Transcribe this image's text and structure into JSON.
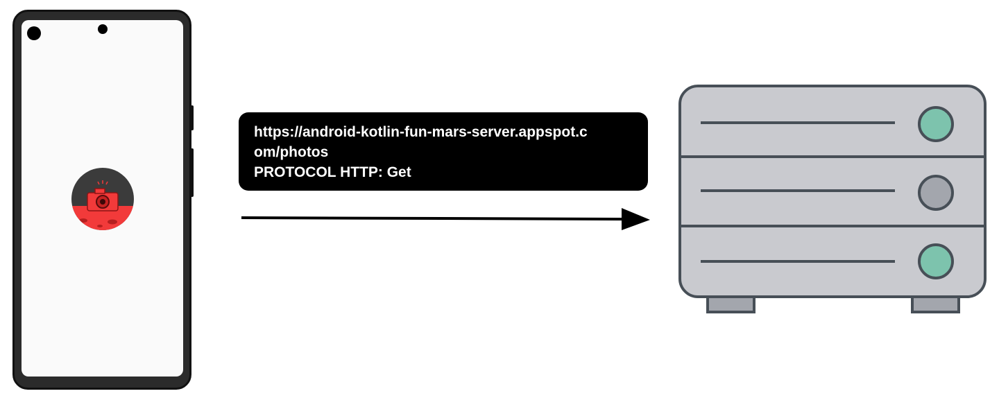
{
  "request": {
    "url_line_1": "https://android-kotlin-fun-mars-server.appspot.c",
    "url_line_2": "om/photos",
    "protocol": "PROTOCOL HTTP: Get"
  },
  "colors": {
    "phone_frame": "#2b2b2b",
    "phone_screen": "#fafafa",
    "app_icon_dark": "#3b3b3b",
    "app_icon_red": "#f23a3a",
    "request_box": "#000000",
    "request_text": "#ffffff",
    "arrow": "#000000",
    "server_body": "#c9cacf",
    "server_outline": "#474f57",
    "server_light_green": "#7dc3ad",
    "server_light_grey": "#a3a6ad",
    "server_foot": "#a3a6ad"
  },
  "icons": {
    "app_icon": "mars-camera-icon",
    "server": "server-icon",
    "arrow": "arrow-right-icon"
  }
}
